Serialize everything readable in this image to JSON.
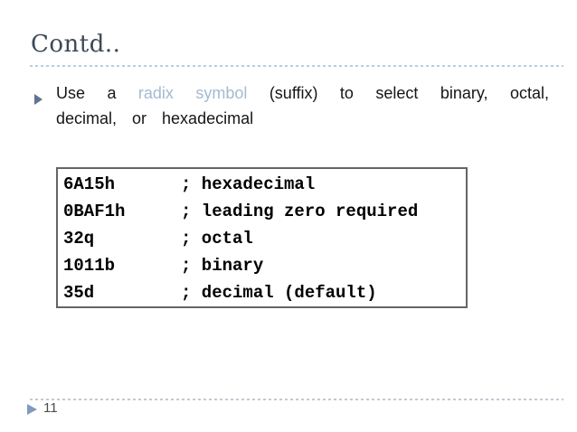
{
  "slide": {
    "title": "Contd..",
    "page_number": "11",
    "bullet": {
      "pre": "Use a ",
      "highlight": "radix symbol",
      "post": " (suffix) to select binary, octal, decimal, or hexadecimal"
    },
    "code_box": {
      "rows": [
        {
          "value": "6A15h",
          "comment": "; hexadecimal"
        },
        {
          "value": "0BAF1h",
          "comment": "; leading zero required"
        },
        {
          "value": "32q",
          "comment": "; octal"
        },
        {
          "value": "1011b",
          "comment": "; binary"
        },
        {
          "value": "35d",
          "comment": "; decimal (default)"
        }
      ]
    },
    "colors": {
      "title_text": "#3d4855",
      "body_text": "#161616",
      "highlight_text": "#a4bad2",
      "bullet_marker": "#5f7491",
      "footer_marker": "#7f9cbe",
      "header_rule": "#b7cde6",
      "footer_rule": "#c2c9d4",
      "code_box_border": "#656565",
      "code_text": "#000000"
    }
  }
}
